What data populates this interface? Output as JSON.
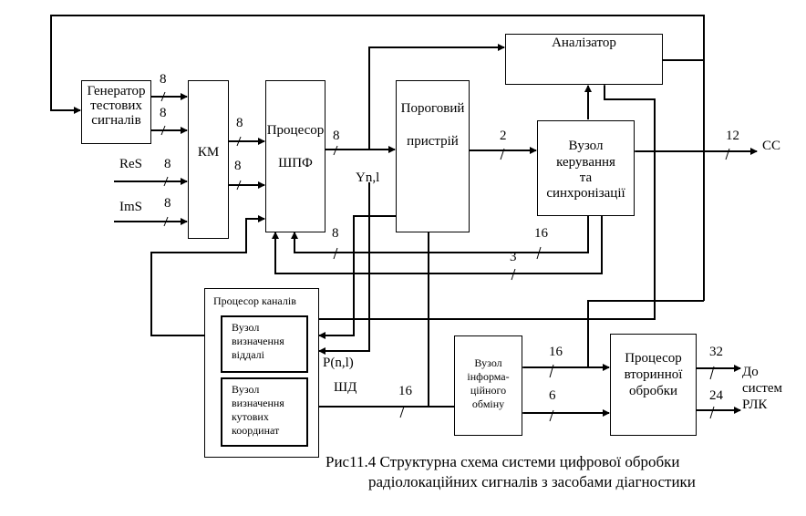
{
  "blocks": {
    "generator": [
      "Генератор",
      "тестових",
      "сигналів"
    ],
    "km": "КМ",
    "shpf": [
      "Процесор",
      "ШПФ"
    ],
    "threshold": [
      "Пороговий",
      "пристрій"
    ],
    "analyzer": "Аналізатор",
    "control": [
      "Вузол",
      "керування",
      "та",
      "синхронізації"
    ],
    "channel_proc": "Процесор каналів",
    "range_node": [
      "Вузол",
      "визначення",
      "віддалі"
    ],
    "angle_node": [
      "Вузол",
      "визначення",
      "кутових",
      "координат"
    ],
    "info_node": [
      "Вузол",
      "інформа-",
      "ційного",
      "обміну"
    ],
    "secondary": [
      "Процесор",
      "вторинної",
      "обробки"
    ]
  },
  "signals": {
    "res": "ReS",
    "ims": "ImS",
    "ynl": "Yn,l",
    "pnl": "P(n,l)",
    "shd": "ШД",
    "cc": "СС",
    "do_system": [
      "До",
      "систем",
      "РЛК"
    ]
  },
  "bus_widths": {
    "gen_out1": "8",
    "gen_out2": "8",
    "res": "8",
    "ims": "8",
    "km_out1": "8",
    "km_out2": "8",
    "shpf_out": "8",
    "thr_ctrl": "2",
    "cc": "12",
    "ctrl_16": "16",
    "ctrl_3": "3",
    "fb_8": "8",
    "shd": "16",
    "info_sec_16": "16",
    "info_sec_6": "6",
    "out_32": "32",
    "out_24": "24"
  },
  "caption": [
    "Рис11.4 Структурна схема системи цифрової обробки",
    "радіолокаційних сигналів  з засобами діагностики"
  ]
}
